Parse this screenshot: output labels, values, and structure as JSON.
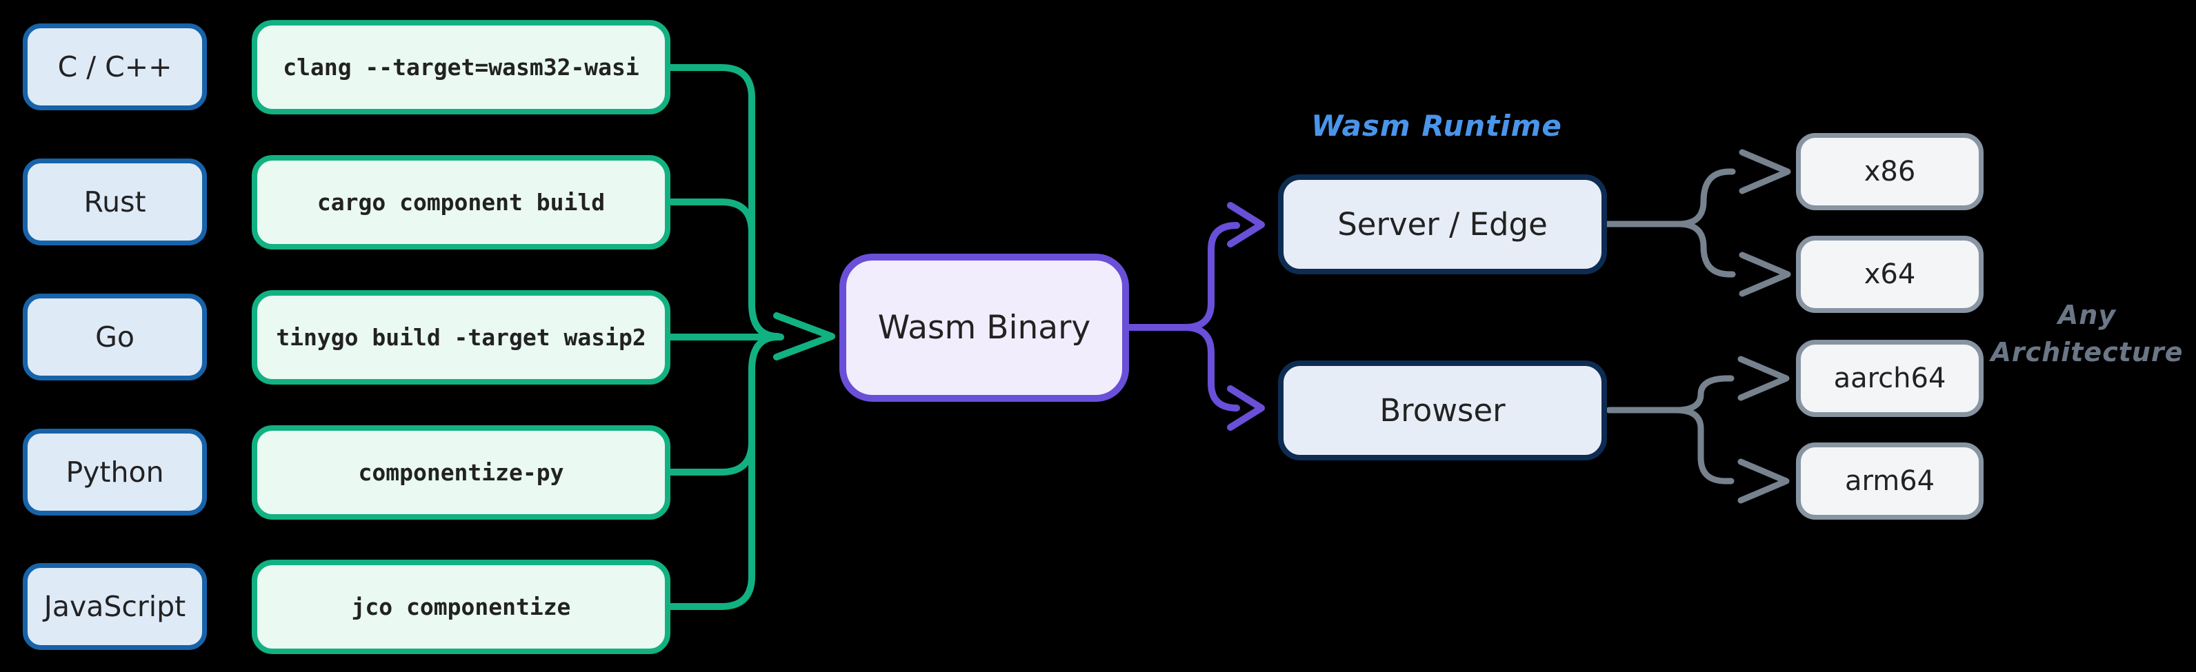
{
  "colors": {
    "bg": "#000000",
    "green": "#12b181",
    "blue-border": "#1763a9",
    "blue-fill": "#dfeaf7",
    "mint-fill": "#eaf9f2",
    "purple": "#6a4fd8",
    "purple-fill": "#f1edfc",
    "navy-border": "#0e2c52",
    "navy-fill": "#e7edf7",
    "gray-border": "#8794a2",
    "gray-fill": "#f4f5f7",
    "gray-line": "#77828f",
    "hand-blue": "#4a95ea",
    "hand-gray": "#6b7787",
    "text": "#222222"
  },
  "pipeline": {
    "rows": [
      {
        "language": "C / C++",
        "command": "clang --target=wasm32-wasi"
      },
      {
        "language": "Rust",
        "command": "cargo component build"
      },
      {
        "language": "Go",
        "command": "tinygo build -target wasip2"
      },
      {
        "language": "Python",
        "command": "componentize-py"
      },
      {
        "language": "JavaScript",
        "command": "jco componentize"
      }
    ]
  },
  "binary": {
    "label": "Wasm Binary"
  },
  "runtime": {
    "heading": "Wasm Runtime",
    "server": "Server / Edge",
    "browser": "Browser"
  },
  "architectures": [
    "x86",
    "x64",
    "aarch64",
    "arm64"
  ],
  "annotation": {
    "line1": "Any",
    "line2": "Architecture"
  }
}
